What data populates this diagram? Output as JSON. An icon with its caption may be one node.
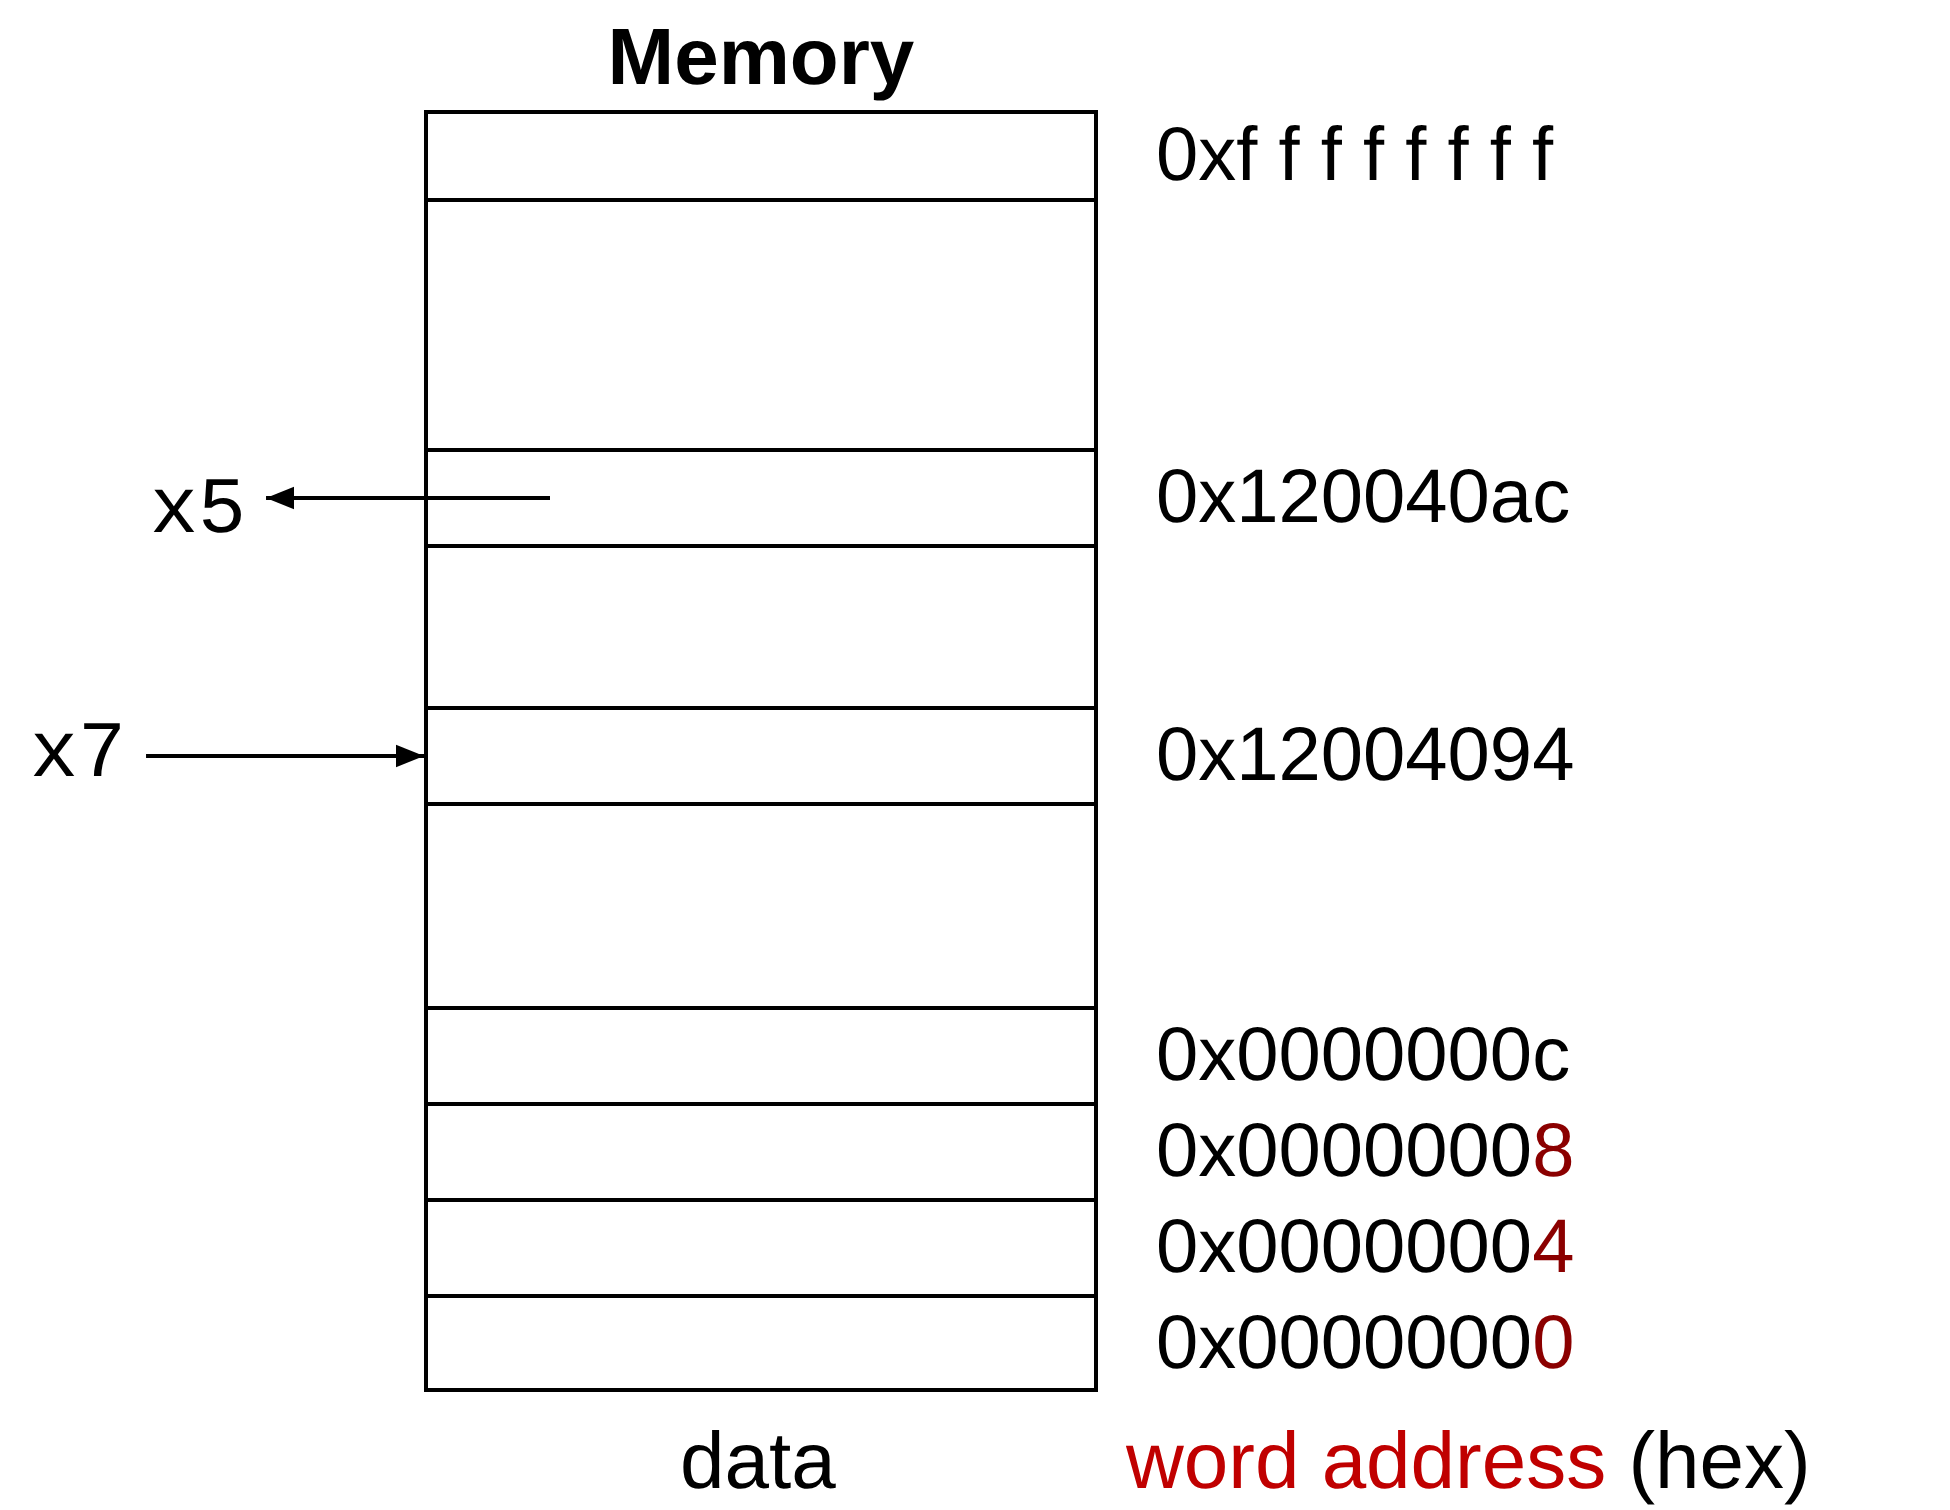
{
  "diagram": {
    "nodes": [
      {
        "text": [
          "Memory"
        ]
      },
      {
        "text": [],
        "shape": "box",
        "in": 0,
        "beside": [
          "0xf f f f f f f f"
        ]
      },
      {
        "text": [],
        "shape": "box",
        "in": 0
      },
      {
        "text": [],
        "shape": "box",
        "in": 0,
        "beside": [
          "0x120040ac"
        ]
      },
      {
        "text": [],
        "shape": "box",
        "in": 0
      },
      {
        "text": [],
        "shape": "box",
        "in": 0,
        "beside": [
          "0x12004094"
        ]
      },
      {
        "text": [],
        "shape": "box",
        "in": 0
      },
      {
        "text": [],
        "shape": "box",
        "in": 0,
        "beside": [
          "0x0000000c"
        ]
      },
      {
        "text": [],
        "shape": "box",
        "in": 0,
        "beside": [
          "0x00000008"
        ]
      },
      {
        "text": [],
        "shape": "box",
        "in": 0,
        "beside": [
          "0x00000004"
        ]
      },
      {
        "text": [],
        "shape": "box",
        "in": 0,
        "beside": [
          "0x00000000"
        ]
      },
      {
        "text": [
          "x5"
        ]
      },
      {
        "text": [
          "x7"
        ]
      }
    ],
    "edges": [
      {
        "from": 3,
        "to": 11,
        "arrow": "to"
      },
      {
        "from": 12,
        "to": 5,
        "arrow": "to"
      }
    ],
    "labels": [
      "data",
      "word address (hex)"
    ]
  }
}
